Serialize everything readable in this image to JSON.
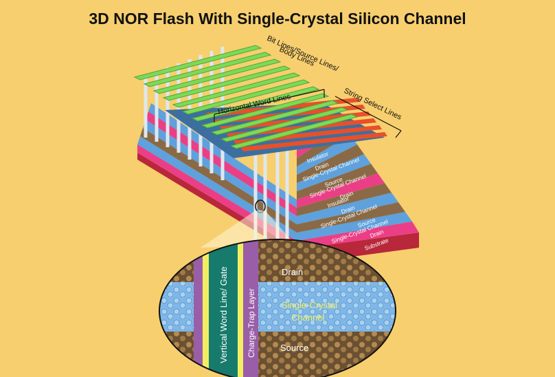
{
  "title": "3D NOR Flash With Single-Crystal Silicon Channel",
  "callouts": {
    "bitlines_1": "Bit Lines/Source Lines/",
    "bitlines_2": "Body Lines",
    "word_lines": "Horizontal Word Lines",
    "string_select": "String Select Lines"
  },
  "layers": [
    "Insulator",
    "Drain",
    "Single-Crystal Channel",
    "Source",
    "Single-Crystal Channel",
    "Drain",
    "Insulator",
    "Drain",
    "Single-Crystal Channel",
    "Source",
    "Single-Crystal Channel",
    "Drain",
    "Substrate"
  ],
  "detail": {
    "gate": "Vertical Word Line/ Gate",
    "trap": "Charge-Trap Layer",
    "drain": "Drain",
    "channel_1": "Single-Crystal",
    "channel_2": "Channel",
    "source": "Source"
  },
  "colors": {
    "background": "#f7cf6e",
    "bitline_green": "#7ed957",
    "select_red": "#e8502a",
    "pink": "#ea3f86",
    "blue": "#5ea1dd",
    "brown": "#8a6a46",
    "substrate": "#b8273a",
    "gate_teal": "#167a6c",
    "trap_purple": "#9a5ea8"
  }
}
